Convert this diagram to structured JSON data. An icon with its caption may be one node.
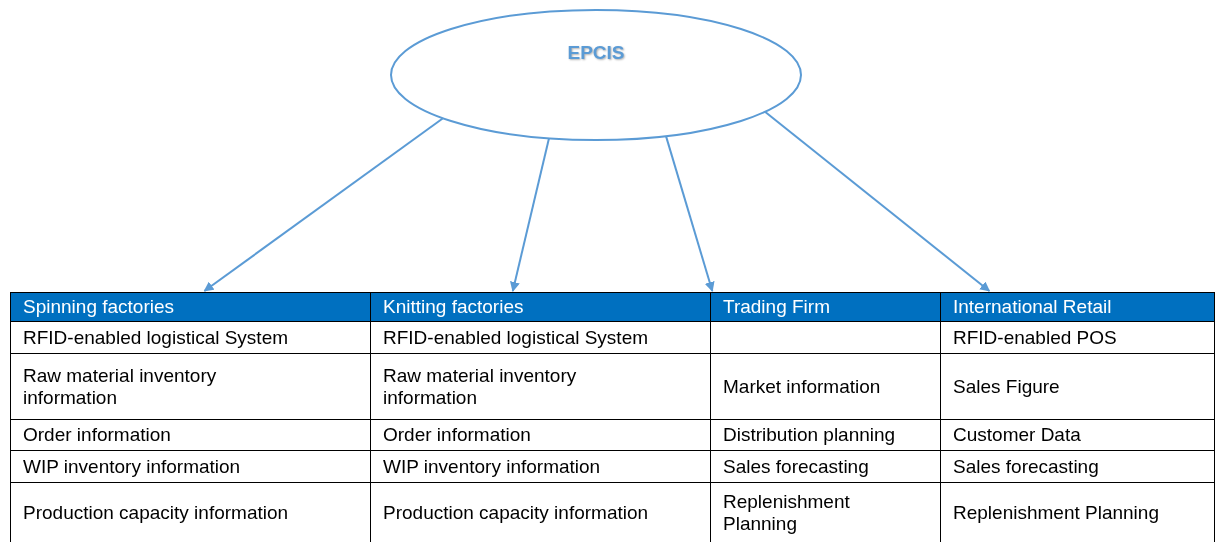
{
  "diagram": {
    "nodes": [
      {
        "text": [
          "EPCIS"
        ]
      },
      {
        "text": [
          "Spinning factories"
        ]
      },
      {
        "text": [
          "Knitting factories"
        ]
      },
      {
        "text": [
          "Trading Firm"
        ]
      },
      {
        "text": [
          "International Retail"
        ]
      }
    ],
    "edges": [
      {
        "from": 0,
        "to": 1,
        "arrow": "to"
      },
      {
        "from": 0,
        "to": 2,
        "arrow": "to"
      },
      {
        "from": 0,
        "to": 3,
        "arrow": "to"
      },
      {
        "from": 0,
        "to": 4,
        "arrow": "to"
      }
    ],
    "labels": [
      "RFID-enabled logistical System",
      "RFID-enabled logistical System",
      "RFID-enabled POS",
      "Raw material inventory information",
      "Raw material inventory information",
      "Market information",
      "Sales Figure",
      "Order information",
      "Order information",
      "Distribution planning",
      "Customer Data",
      "WIP inventory information",
      "WIP inventory information",
      "Sales forecasting",
      "Sales forecasting",
      "Production capacity information",
      "Production capacity information",
      "Replenishment Planning",
      "Replenishment Planning"
    ]
  }
}
